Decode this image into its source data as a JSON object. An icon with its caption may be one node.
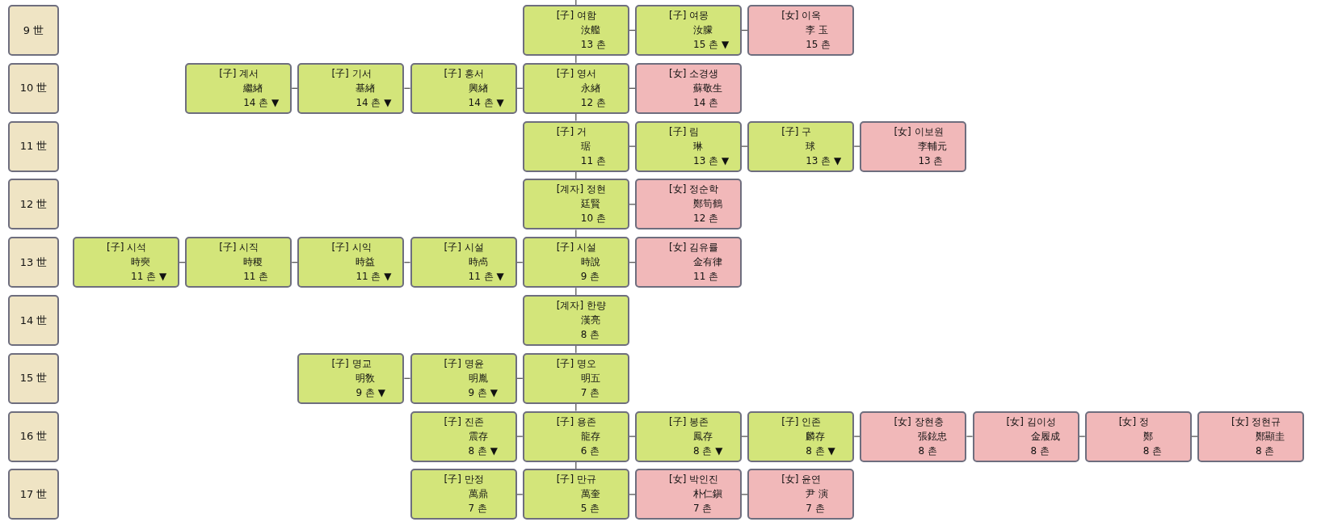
{
  "diagram": {
    "nodes": [
      {
        "text": [
          "9 世"
        ]
      },
      {
        "text": [
          "[子] 여함",
          "汝艦",
          "13 촌"
        ]
      },
      {
        "text": [
          "[子] 여몽",
          "汝朦",
          "15 촌 ▼"
        ]
      },
      {
        "text": [
          "[女] 이옥",
          "李 玉",
          "15 촌"
        ]
      },
      {
        "text": [
          "10 世"
        ]
      },
      {
        "text": [
          "[子] 계서",
          "繼緖",
          "14 촌 ▼"
        ]
      },
      {
        "text": [
          "[子] 기서",
          "基緖",
          "14 촌 ▼"
        ]
      },
      {
        "text": [
          "[子] 흥서",
          "興緖",
          "14 촌 ▼"
        ]
      },
      {
        "text": [
          "[子] 영서",
          "永緖",
          "12 촌"
        ]
      },
      {
        "text": [
          "[女] 소경생",
          "蘇敬生",
          "14 촌"
        ]
      },
      {
        "text": [
          "11 世"
        ]
      },
      {
        "text": [
          "[子] 거",
          "琚",
          "11 촌"
        ]
      },
      {
        "text": [
          "[子] 림",
          "琳",
          "13 촌 ▼"
        ]
      },
      {
        "text": [
          "[子] 구",
          "球",
          "13 촌 ▼"
        ]
      },
      {
        "text": [
          "[女] 이보원",
          "李輔元",
          "13 촌"
        ]
      },
      {
        "text": [
          "12 世"
        ]
      },
      {
        "text": [
          "[계자] 정현",
          "廷賢",
          "10 촌"
        ]
      },
      {
        "text": [
          "[女] 정순학",
          "鄭筍鶴",
          "12 촌"
        ]
      },
      {
        "text": [
          "13 世"
        ]
      },
      {
        "text": [
          "[子] 시석",
          "時奭",
          "11 촌 ▼"
        ]
      },
      {
        "text": [
          "[子] 시직",
          "時稷",
          "11 촌"
        ]
      },
      {
        "text": [
          "[子] 시익",
          "時益",
          "11 촌 ▼"
        ]
      },
      {
        "text": [
          "[子] 시설",
          "時卨",
          "11 촌 ▼"
        ]
      },
      {
        "text": [
          "[子] 시설",
          "時說",
          "9 촌"
        ]
      },
      {
        "text": [
          "[女] 김유률",
          "金有律",
          "11 촌"
        ]
      },
      {
        "text": [
          "14 世"
        ]
      },
      {
        "text": [
          "[계자] 한량",
          "漢亮",
          "8 촌"
        ]
      },
      {
        "text": [
          "15 世"
        ]
      },
      {
        "text": [
          "[子] 명교",
          "明敎",
          "9 촌 ▼"
        ]
      },
      {
        "text": [
          "[子] 명윤",
          "明胤",
          "9 촌 ▼"
        ]
      },
      {
        "text": [
          "[子] 명오",
          "明五",
          "7 촌"
        ]
      },
      {
        "text": [
          "16 世"
        ]
      },
      {
        "text": [
          "[子] 진존",
          "震存",
          "8 촌 ▼"
        ]
      },
      {
        "text": [
          "[子] 용존",
          "龍存",
          "6 촌"
        ]
      },
      {
        "text": [
          "[子] 봉존",
          "鳳存",
          "8 촌 ▼"
        ]
      },
      {
        "text": [
          "[子] 인존",
          "麟存",
          "8 촌 ▼"
        ]
      },
      {
        "text": [
          "[女] 장현충",
          "張鉉忠",
          "8 촌"
        ]
      },
      {
        "text": [
          "[女] 김이성",
          "金履成",
          "8 촌"
        ]
      },
      {
        "text": [
          "[女] 정",
          "鄭",
          "8 촌"
        ]
      },
      {
        "text": [
          "[女] 정현규",
          "鄭顯圭",
          "8 촌"
        ]
      },
      {
        "text": [
          "17 世"
        ]
      },
      {
        "text": [
          "[子] 만정",
          "萬鼎",
          "7 촌"
        ]
      },
      {
        "text": [
          "[子] 만규",
          "萬奎",
          "5 촌"
        ]
      },
      {
        "text": [
          "[女] 박인진",
          "朴仁鎭",
          "7 촌"
        ]
      },
      {
        "text": [
          "[女] 윤연",
          "尹 演",
          "7 촌"
        ]
      }
    ],
    "edges": [
      {
        "from": null,
        "to": 1,
        "arrow": "none"
      },
      {
        "from": 1,
        "to": 8,
        "arrow": "none"
      },
      {
        "from": 8,
        "to": 11,
        "arrow": "none"
      },
      {
        "from": 11,
        "to": 16,
        "arrow": "none"
      },
      {
        "from": 16,
        "to": 23,
        "arrow": "none"
      },
      {
        "from": 23,
        "to": 26,
        "arrow": "none"
      },
      {
        "from": 26,
        "to": 30,
        "arrow": "none"
      },
      {
        "from": 30,
        "to": 33,
        "arrow": "none"
      },
      {
        "from": 33,
        "to": 42,
        "arrow": "none"
      },
      {
        "from": 1,
        "to": 2,
        "arrow": "none"
      },
      {
        "from": 2,
        "to": 3,
        "arrow": "none"
      },
      {
        "from": 5,
        "to": 6,
        "arrow": "none"
      },
      {
        "from": 6,
        "to": 7,
        "arrow": "none"
      },
      {
        "from": 7,
        "to": 8,
        "arrow": "none"
      },
      {
        "from": 8,
        "to": 9,
        "arrow": "none"
      },
      {
        "from": 11,
        "to": 12,
        "arrow": "none"
      },
      {
        "from": 12,
        "to": 13,
        "arrow": "none"
      },
      {
        "from": 13,
        "to": 14,
        "arrow": "none"
      },
      {
        "from": 16,
        "to": 17,
        "arrow": "none"
      },
      {
        "from": 19,
        "to": 20,
        "arrow": "none"
      },
      {
        "from": 20,
        "to": 21,
        "arrow": "none"
      },
      {
        "from": 21,
        "to": 22,
        "arrow": "none"
      },
      {
        "from": 22,
        "to": 23,
        "arrow": "none"
      },
      {
        "from": 23,
        "to": 24,
        "arrow": "none"
      },
      {
        "from": 28,
        "to": 29,
        "arrow": "none"
      },
      {
        "from": 29,
        "to": 30,
        "arrow": "none"
      },
      {
        "from": 32,
        "to": 33,
        "arrow": "none"
      },
      {
        "from": 33,
        "to": 34,
        "arrow": "none"
      },
      {
        "from": 34,
        "to": 35,
        "arrow": "none"
      },
      {
        "from": 35,
        "to": 36,
        "arrow": "none"
      },
      {
        "from": 36,
        "to": 37,
        "arrow": "none"
      },
      {
        "from": 37,
        "to": 38,
        "arrow": "none"
      },
      {
        "from": 38,
        "to": 39,
        "arrow": "none"
      },
      {
        "from": 41,
        "to": 42,
        "arrow": "none"
      },
      {
        "from": 42,
        "to": 43,
        "arrow": "none"
      },
      {
        "from": 43,
        "to": 44,
        "arrow": "none"
      }
    ]
  }
}
